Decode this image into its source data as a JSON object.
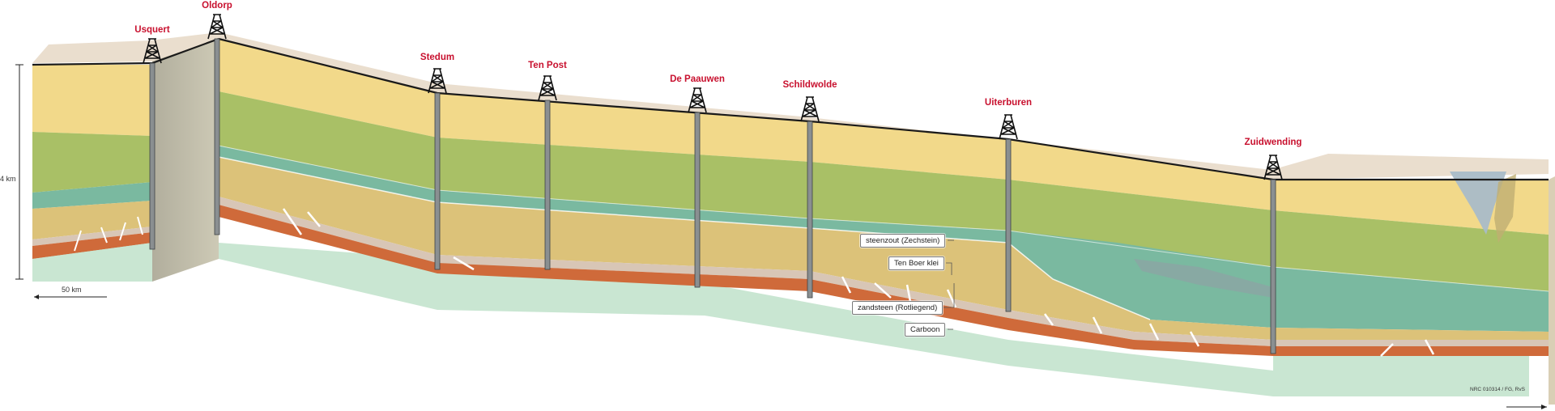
{
  "wells": [
    {
      "name": "Usquert"
    },
    {
      "name": "Oldorp"
    },
    {
      "name": "Stedum"
    },
    {
      "name": "Ten Post"
    },
    {
      "name": "De Paauwen"
    },
    {
      "name": "Schildwolde"
    },
    {
      "name": "Uiterburen"
    },
    {
      "name": "Zuidwending"
    }
  ],
  "scale": {
    "depth_label": "4 km",
    "distance_label": "50 km"
  },
  "legend": {
    "steenzout": "steenzout (Zechstein)",
    "ten_boer": "Ten Boer klei",
    "zandsteen": "zandsteen (Rotliegend)",
    "carboon": "Carboon"
  },
  "credit": "NRC 010314 / FG, RvS",
  "colors": {
    "title_red": "#c8102e",
    "sand_top": "#f2d98a",
    "green": "#a9c066",
    "teal": "#7ab9a0",
    "gold": "#dcc279",
    "red_sandstone": "#cf6a3a",
    "carboniferous": "#c9e6d2"
  }
}
